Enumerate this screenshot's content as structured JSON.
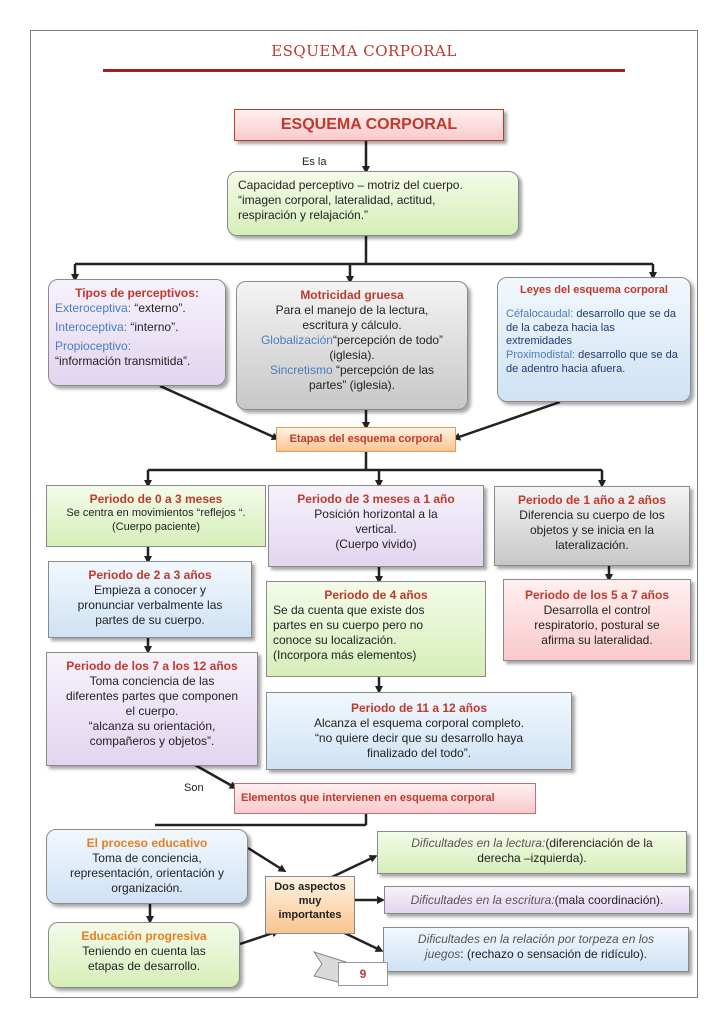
{
  "header": {
    "title": "ESQUEMA CORPORAL"
  },
  "main_title": "ESQUEMA CORPORAL",
  "es_la": "Es la",
  "definition": {
    "line1": "Capacidad perceptivo – motriz del cuerpo.",
    "line2": "“imagen corporal, lateralidad, actitud,",
    "line3": "respiración y relajación.”"
  },
  "tipos": {
    "title": "Tipos de perceptivos:",
    "exteroceptiva_term": "Exteroceptiva:",
    "exteroceptiva_desc": " “externo”.",
    "interoceptiva_term": "Interoceptiva:",
    "interoceptiva_desc": " “interno”.",
    "propioceptivo_term": "Propioceptivo:",
    "propioceptivo_desc": "“información transmitida”."
  },
  "motricidad": {
    "title": "Motricidad gruesa",
    "line1": "Para el manejo de la lectura,",
    "line2": "escritura y cálculo.",
    "globalizacion_term": "Globalización",
    "globalizacion_desc": "“percepción de todo”",
    "globalizacion_desc2": "(iglesia).",
    "sincretismo_term": "Sincretismo",
    "sincretismo_desc": " “percepción de las",
    "sincretismo_desc2": "partes” (iglesia)."
  },
  "leyes": {
    "title": "Leyes del esquema corporal",
    "cefalocaudal_term": "Céfalocaudal:",
    "cefalocaudal_desc": " desarrollo que se da de la cabeza hacia las extremidades",
    "proximodistal_term": "Proximodistal:",
    "proximodistal_desc": " desarrollo que se da de adentro hacia afuera."
  },
  "etapas_title": "Etapas del esquema corporal",
  "periodos": {
    "p0_3m_title": "Periodo de 0 a 3 meses",
    "p0_3m_line1": "Se centra en movimientos “reflejos “.",
    "p0_3m_line2": "(Cuerpo paciente)",
    "p3m_1a_title": "Periodo de 3 meses a 1 año",
    "p3m_1a_line1": "Posición horizontal a la",
    "p3m_1a_line2": "vertical.",
    "p3m_1a_line3": "(Cuerpo vivido)",
    "p1_2_title": "Periodo de 1 año a 2 años",
    "p1_2_line1": "Diferencia su cuerpo de los",
    "p1_2_line2": "objetos y se inicia en la",
    "p1_2_line3": "lateralización.",
    "p2_3_title": "Periodo de 2 a 3 años",
    "p2_3_line1": "Empieza a conocer y",
    "p2_3_line2": "pronunciar verbalmente las",
    "p2_3_line3": "partes de su cuerpo.",
    "p4_title": "Periodo de 4 años",
    "p4_line1": "Se da cuenta que existe dos",
    "p4_line2": "partes en su cuerpo pero no",
    "p4_line3": "conoce su localización.",
    "p4_line4": "(Incorpora más elementos)",
    "p5_7_title": "Periodo de los 5 a 7 años",
    "p5_7_line1": "Desarrolla el control",
    "p5_7_line2": "respiratorio, postural se",
    "p5_7_line3": "afirma su lateralidad.",
    "p7_12_title": "Periodo de los 7 a los 12 años",
    "p7_12_line1": "Toma conciencia de las",
    "p7_12_line2": "diferentes partes que componen",
    "p7_12_line3": "el cuerpo.",
    "p7_12_line4": "“alcanza su orientación,",
    "p7_12_line5": "compañeros y objetos”.",
    "p11_12_title": "Periodo de 11 a 12 años",
    "p11_12_line1": "Alcanza el esquema corporal completo.",
    "p11_12_line2": "“no quiere decir que su desarrollo haya",
    "p11_12_line3": "finalizado del todo”."
  },
  "son": "Son",
  "elementos_title": "Elementos que intervienen en esquema corporal",
  "proceso": {
    "title": "El proceso educativo",
    "line1": "Toma de conciencia,",
    "line2": "representación, orientación y",
    "line3": "organización."
  },
  "educacion": {
    "title": "Educación progresiva",
    "line1": "Teniendo en cuenta las",
    "line2": "etapas de desarrollo."
  },
  "dos_aspectos": {
    "line1": "Dos aspectos",
    "line2": "muy",
    "line3": "importantes"
  },
  "dificultades": {
    "lectura_term": "Dificultades en la lectura:",
    "lectura_desc": "(diferenciación de la",
    "lectura_desc2": "derecha –izquierda).",
    "escritura_term": "Dificultades en la escritura:",
    "escritura_desc": "(mala coordinación).",
    "relacion_term": "Dificultades en la relación por torpeza en los",
    "relacion_term2": "juegos",
    "relacion_desc": ": (rechazo o sensación de ridículo)."
  },
  "page_number": "9",
  "colors": {
    "accent_red": "#c0392b",
    "blue_term": "#4a7ebb",
    "pink_box": "#f9c9cc",
    "green_box": "#d6eeb9",
    "gray_box": "#c7c7c7",
    "purple_box": "#e2d5f0",
    "light_blue_box": "#cfe2f4",
    "orange_box": "#f9c58f"
  }
}
